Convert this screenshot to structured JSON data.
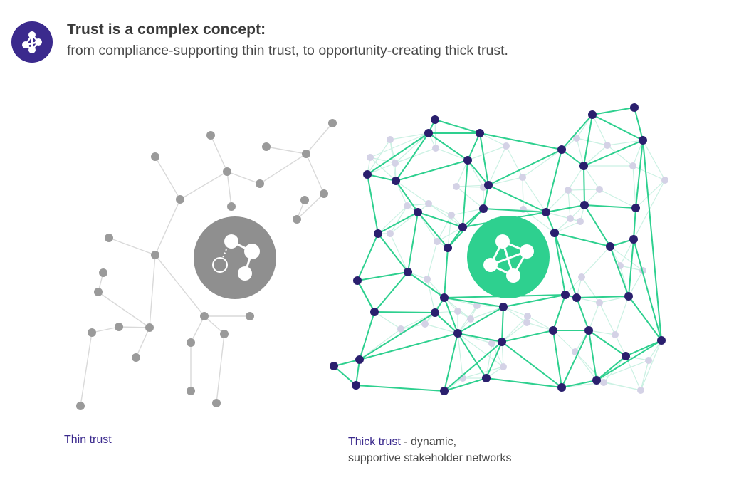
{
  "header": {
    "title": "Trust is a complex concept:",
    "subtitle": "from compliance-supporting thin trust, to opportunity-creating thick trust."
  },
  "thin": {
    "label": "Thin trust"
  },
  "thick": {
    "label": "Thick trust",
    "description_line1": " - dynamic,",
    "description_line2": "supportive stakeholder networks"
  },
  "colors": {
    "brand_purple": "#3b2a8d",
    "thin_grey": "#9a9a9a",
    "thin_hub": "#8f8f8f",
    "thick_green": "#2ed08f",
    "thick_node": "#2a1f6e",
    "faint_node": "#d4d2e6"
  },
  "icons": {
    "badge": "network-icon",
    "thin_hub": "broken-network-icon",
    "thick_hub": "connected-network-icon"
  }
}
